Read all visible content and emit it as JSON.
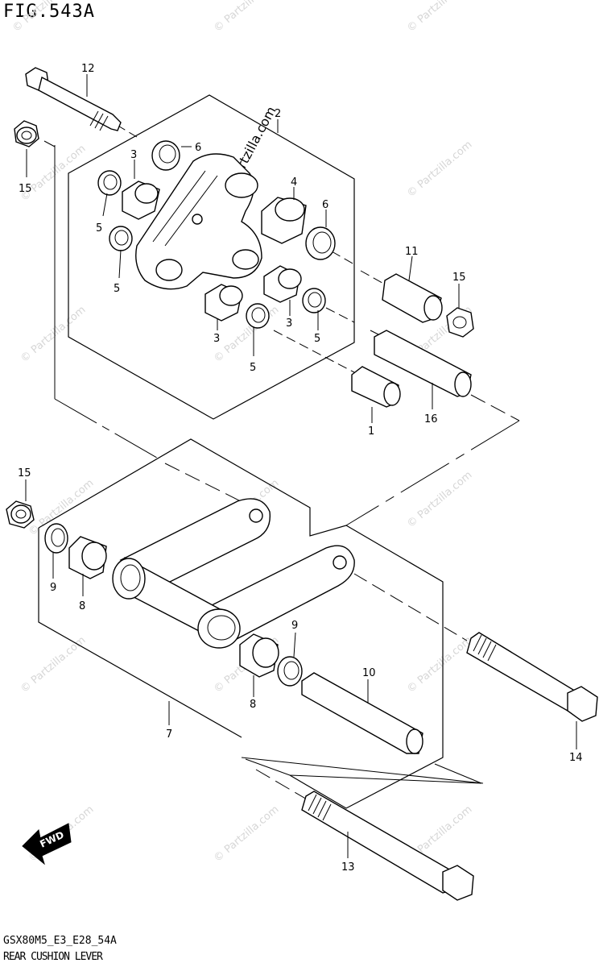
{
  "figure": {
    "title": "FIG.543A",
    "model_code": "GSX80M5_E3_E28_54A",
    "section_title": "REAR CUSHION LEVER",
    "watermark": "© Partzilla.com",
    "fwd_label": "FWD"
  },
  "callouts": [
    "12",
    "2",
    "6",
    "3",
    "15",
    "4",
    "6",
    "5",
    "5",
    "11",
    "15",
    "3",
    "3",
    "5",
    "5",
    "1",
    "16",
    "15",
    "9",
    "8",
    "9",
    "10",
    "8",
    "7",
    "14",
    "13"
  ]
}
